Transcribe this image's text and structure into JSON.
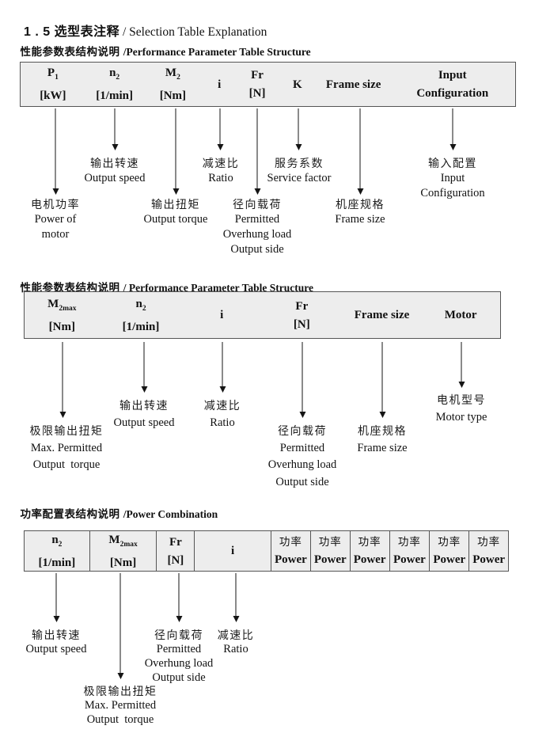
{
  "title": {
    "zh": "1 . 5 选型表注释",
    "sep": " / ",
    "en": "Selection Table Explanation"
  },
  "headings": {
    "s1_zh": "性能参数表结构说明 ",
    "s1_en": "/Performance Parameter Table Structure",
    "s2_zh": "性能参数表结构说明 ",
    "s2_en": "/ Performance Parameter Table Structure",
    "s3_zh": "功率配置表结构说明 ",
    "s3_en": "/Power Combination"
  },
  "table1": {
    "c1_sym": "P",
    "c1_sub": "1",
    "c1_unit": "[kW]",
    "c2_sym": "n",
    "c2_sub": "2",
    "c2_unit": "[1/min]",
    "c3_sym": "M",
    "c3_sub": "2",
    "c3_unit": "[Nm]",
    "c4_sym": "i",
    "c5_sym": "Fr",
    "c5_unit": "[N]",
    "c6_sym": "K",
    "c7_sym": "Frame size",
    "c8_sym": "Input",
    "c8_unit": "Configuration"
  },
  "table2": {
    "c1_sym": "M",
    "c1_sub": "2max",
    "c1_unit": "[Nm]",
    "c2_sym": "n",
    "c2_sub": "2",
    "c2_unit": "[1/min]",
    "c3_sym": "i",
    "c4_sym": "Fr",
    "c4_unit": "[N]",
    "c5_sym": "Frame size",
    "c6_sym": "Motor"
  },
  "table3": {
    "c1_sym": "n",
    "c1_sub": "2",
    "c1_unit": "[1/min]",
    "c2_sym": "M",
    "c2_sub": "2max",
    "c2_unit": "[Nm]",
    "c3_sym": "Fr",
    "c3_unit": "[N]",
    "c4_sym": "i",
    "power_zh": "功率",
    "power_en": "Power"
  },
  "labels": {
    "s1": {
      "power_motor": {
        "zh": "电机功率",
        "en1": "Power of",
        "en2": "motor"
      },
      "output_speed": {
        "zh": "输出转速",
        "en1": "Output speed"
      },
      "output_torque": {
        "zh": "输出扭矩",
        "en1": "Output torque"
      },
      "ratio": {
        "zh": "减速比",
        "en1": "Ratio"
      },
      "overhung": {
        "zh": "径向载荷",
        "en1": "Permitted",
        "en2": "Overhung load",
        "en3": "Output side"
      },
      "service_factor": {
        "zh": "服务系数",
        "en1": "Service factor"
      },
      "frame_size": {
        "zh": "机座规格",
        "en1": "Frame size"
      },
      "input_config": {
        "zh": "输入配置",
        "en1": "Input",
        "en2": "Configuration"
      }
    },
    "s2": {
      "max_torque": {
        "zh": "极限输出扭矩",
        "en1": "Max. Permitted",
        "en2": "Output  torque"
      },
      "output_speed": {
        "zh": "输出转速",
        "en1": "Output speed"
      },
      "ratio": {
        "zh": "减速比",
        "en1": "Ratio"
      },
      "overhung": {
        "zh": "径向载荷",
        "en1": "Permitted",
        "en2": "Overhung load",
        "en3": "Output side"
      },
      "frame_size": {
        "zh": "机座规格",
        "en1": "Frame size"
      },
      "motor_type": {
        "zh": "电机型号",
        "en1": "Motor type"
      }
    },
    "s3": {
      "output_speed": {
        "zh": "输出转速",
        "en1": "Output speed"
      },
      "max_torque": {
        "zh": "极限输出扭矩",
        "en1": "Max. Permitted",
        "en2": "Output  torque"
      },
      "overhung": {
        "zh": "径向载荷",
        "en1": "Permitted",
        "en2": "Overhung load",
        "en3": "Output side"
      },
      "ratio": {
        "zh": "减速比",
        "en1": "Ratio"
      }
    }
  }
}
